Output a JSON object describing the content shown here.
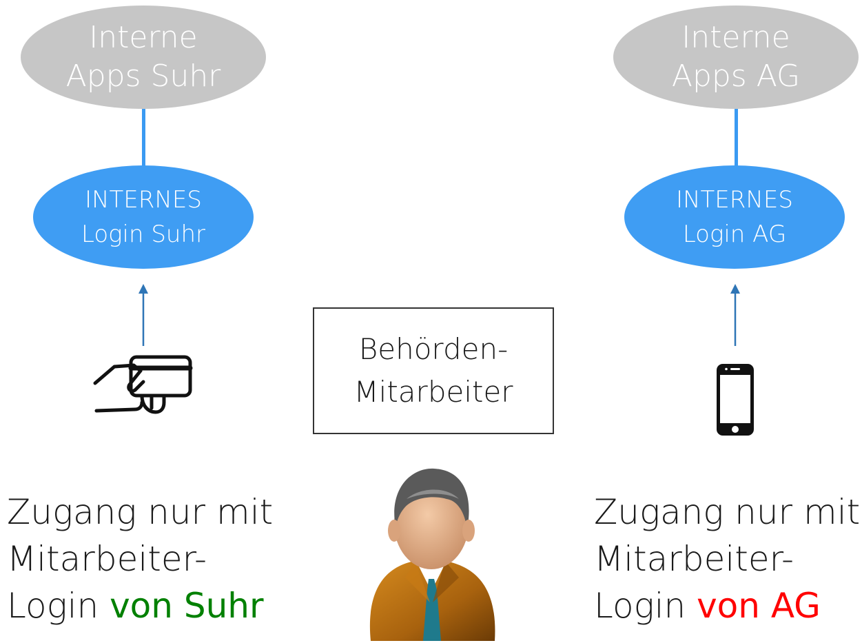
{
  "left": {
    "apps_lines": [
      "Interne",
      "Apps Suhr"
    ],
    "login_lines": [
      "INTERNES",
      "Login Suhr"
    ],
    "icon": "hand-card-icon",
    "caption_line1": "Zugang nur mit",
    "caption_line2": "Mitarbeiter-",
    "caption_line3_prefix": "Login ",
    "caption_line3_highlight": "von Suhr",
    "highlight_color": "#008000"
  },
  "center": {
    "box_lines": [
      "Behörden-",
      "Mitarbeiter"
    ],
    "icon": "person-avatar-icon"
  },
  "right": {
    "apps_lines": [
      "Interne",
      "Apps AG"
    ],
    "login_lines": [
      "INTERNES",
      "Login AG"
    ],
    "icon": "smartphone-icon",
    "caption_line1": "Zugang nur mit",
    "caption_line2": "Mitarbeiter-",
    "caption_line3_prefix": "Login ",
    "caption_line3_highlight": "von AG",
    "highlight_color": "#ff0000"
  },
  "colors": {
    "apps_fill": "#c6c6c6",
    "login_fill": "#3f9df3",
    "connector": "#3a9af2",
    "arrow": "#2e75b6"
  }
}
